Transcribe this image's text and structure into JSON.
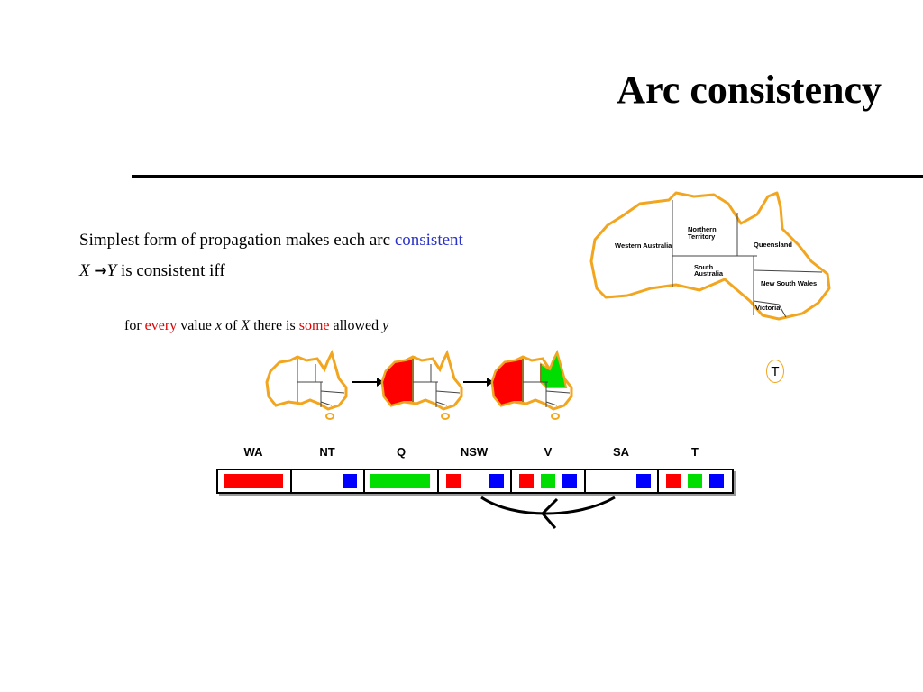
{
  "slide": {
    "title": "Arc consistency",
    "bullets": [
      {
        "text": "Simplest form of propagation makes each arc ",
        "highlight": "consistent"
      },
      {
        "x": "X",
        "arrow": "→",
        "y": "Y",
        "text": " is consistent iff"
      }
    ],
    "condition": {
      "p1": "for ",
      "every": "every",
      "p2": " value ",
      "x": "x",
      "p3": " of ",
      "X": "X",
      "p4": " there is ",
      "some": "some",
      "p5": " allowed ",
      "y": "y"
    }
  },
  "map": {
    "regions": {
      "wa": "Western Australia",
      "nt": "Northern Territory",
      "q": "Queensland",
      "sa": "South Australia",
      "nsw": "New South Wales",
      "v": "Victoria"
    },
    "tasmania": "T"
  },
  "colors": {
    "red": "#ff0000",
    "green": "#00dd00",
    "blue": "#0000ff",
    "outline": "#f2a51e",
    "highlight": "#2a33c8"
  },
  "domain_table": {
    "columns": [
      {
        "name": "WA",
        "values": [
          "red"
        ]
      },
      {
        "name": "NT",
        "values": [
          "blue"
        ]
      },
      {
        "name": "Q",
        "values": [
          "green"
        ]
      },
      {
        "name": "NSW",
        "values": [
          "red",
          "blue"
        ]
      },
      {
        "name": "V",
        "values": [
          "red",
          "green",
          "blue"
        ]
      },
      {
        "name": "SA",
        "values": [
          "blue"
        ]
      },
      {
        "name": "T",
        "values": [
          "red",
          "green",
          "blue"
        ]
      }
    ]
  }
}
